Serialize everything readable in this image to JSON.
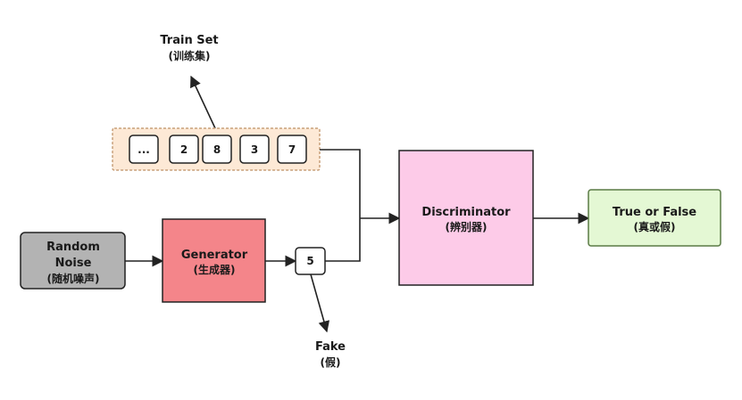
{
  "train_set": {
    "label": "Train Set",
    "sublabel": "(训练集)"
  },
  "train_cells": [
    "...",
    "2",
    "8",
    "3",
    "7"
  ],
  "random_noise": {
    "line1": "Random",
    "line2": "Noise",
    "sublabel": "(随机噪声)"
  },
  "generator": {
    "label": "Generator",
    "sublabel": "(生成器)"
  },
  "fake_sample": {
    "value": "5"
  },
  "fake": {
    "label": "Fake",
    "sublabel": "(假)"
  },
  "discriminator": {
    "label": "Discriminator",
    "sublabel": "(辨别器)"
  },
  "output": {
    "label": "True or False",
    "sublabel": "(真或假)"
  },
  "colors": {
    "noise_fill": "#b3b3b3",
    "generator_fill": "#f4858a",
    "train_fill": "#fde9d6",
    "train_border": "#c8a07a",
    "discriminator_fill": "#fdcbe8",
    "output_fill": "#e4f8d4",
    "output_border": "#5a7a45",
    "stroke": "#222222"
  }
}
